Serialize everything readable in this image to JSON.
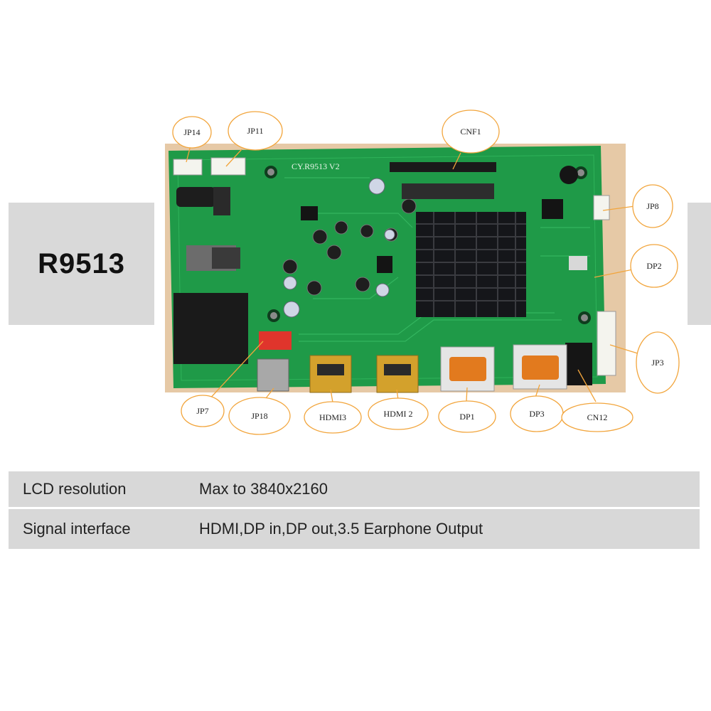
{
  "model": "R9513",
  "board_silkscreen": "CY.R9513 V2",
  "callouts": [
    "JP14",
    "JP11",
    "CNF1",
    "JP8",
    "DP2",
    "JP3",
    "JP7",
    "JP18",
    "HDMI3",
    "HDMI 2",
    "DP1",
    "DP3",
    "CN12"
  ],
  "specs": [
    {
      "label": "LCD resolution",
      "value": "Max to 3840x2160"
    },
    {
      "label": "Signal interface",
      "value": "HDMI,DP in,DP out,3.5 Earphone Output"
    }
  ],
  "colors": {
    "pcb": "#1f9a48",
    "band": "#d9d9d9",
    "heatsink": "#15161a",
    "callout_ring": "#f2a53c"
  }
}
